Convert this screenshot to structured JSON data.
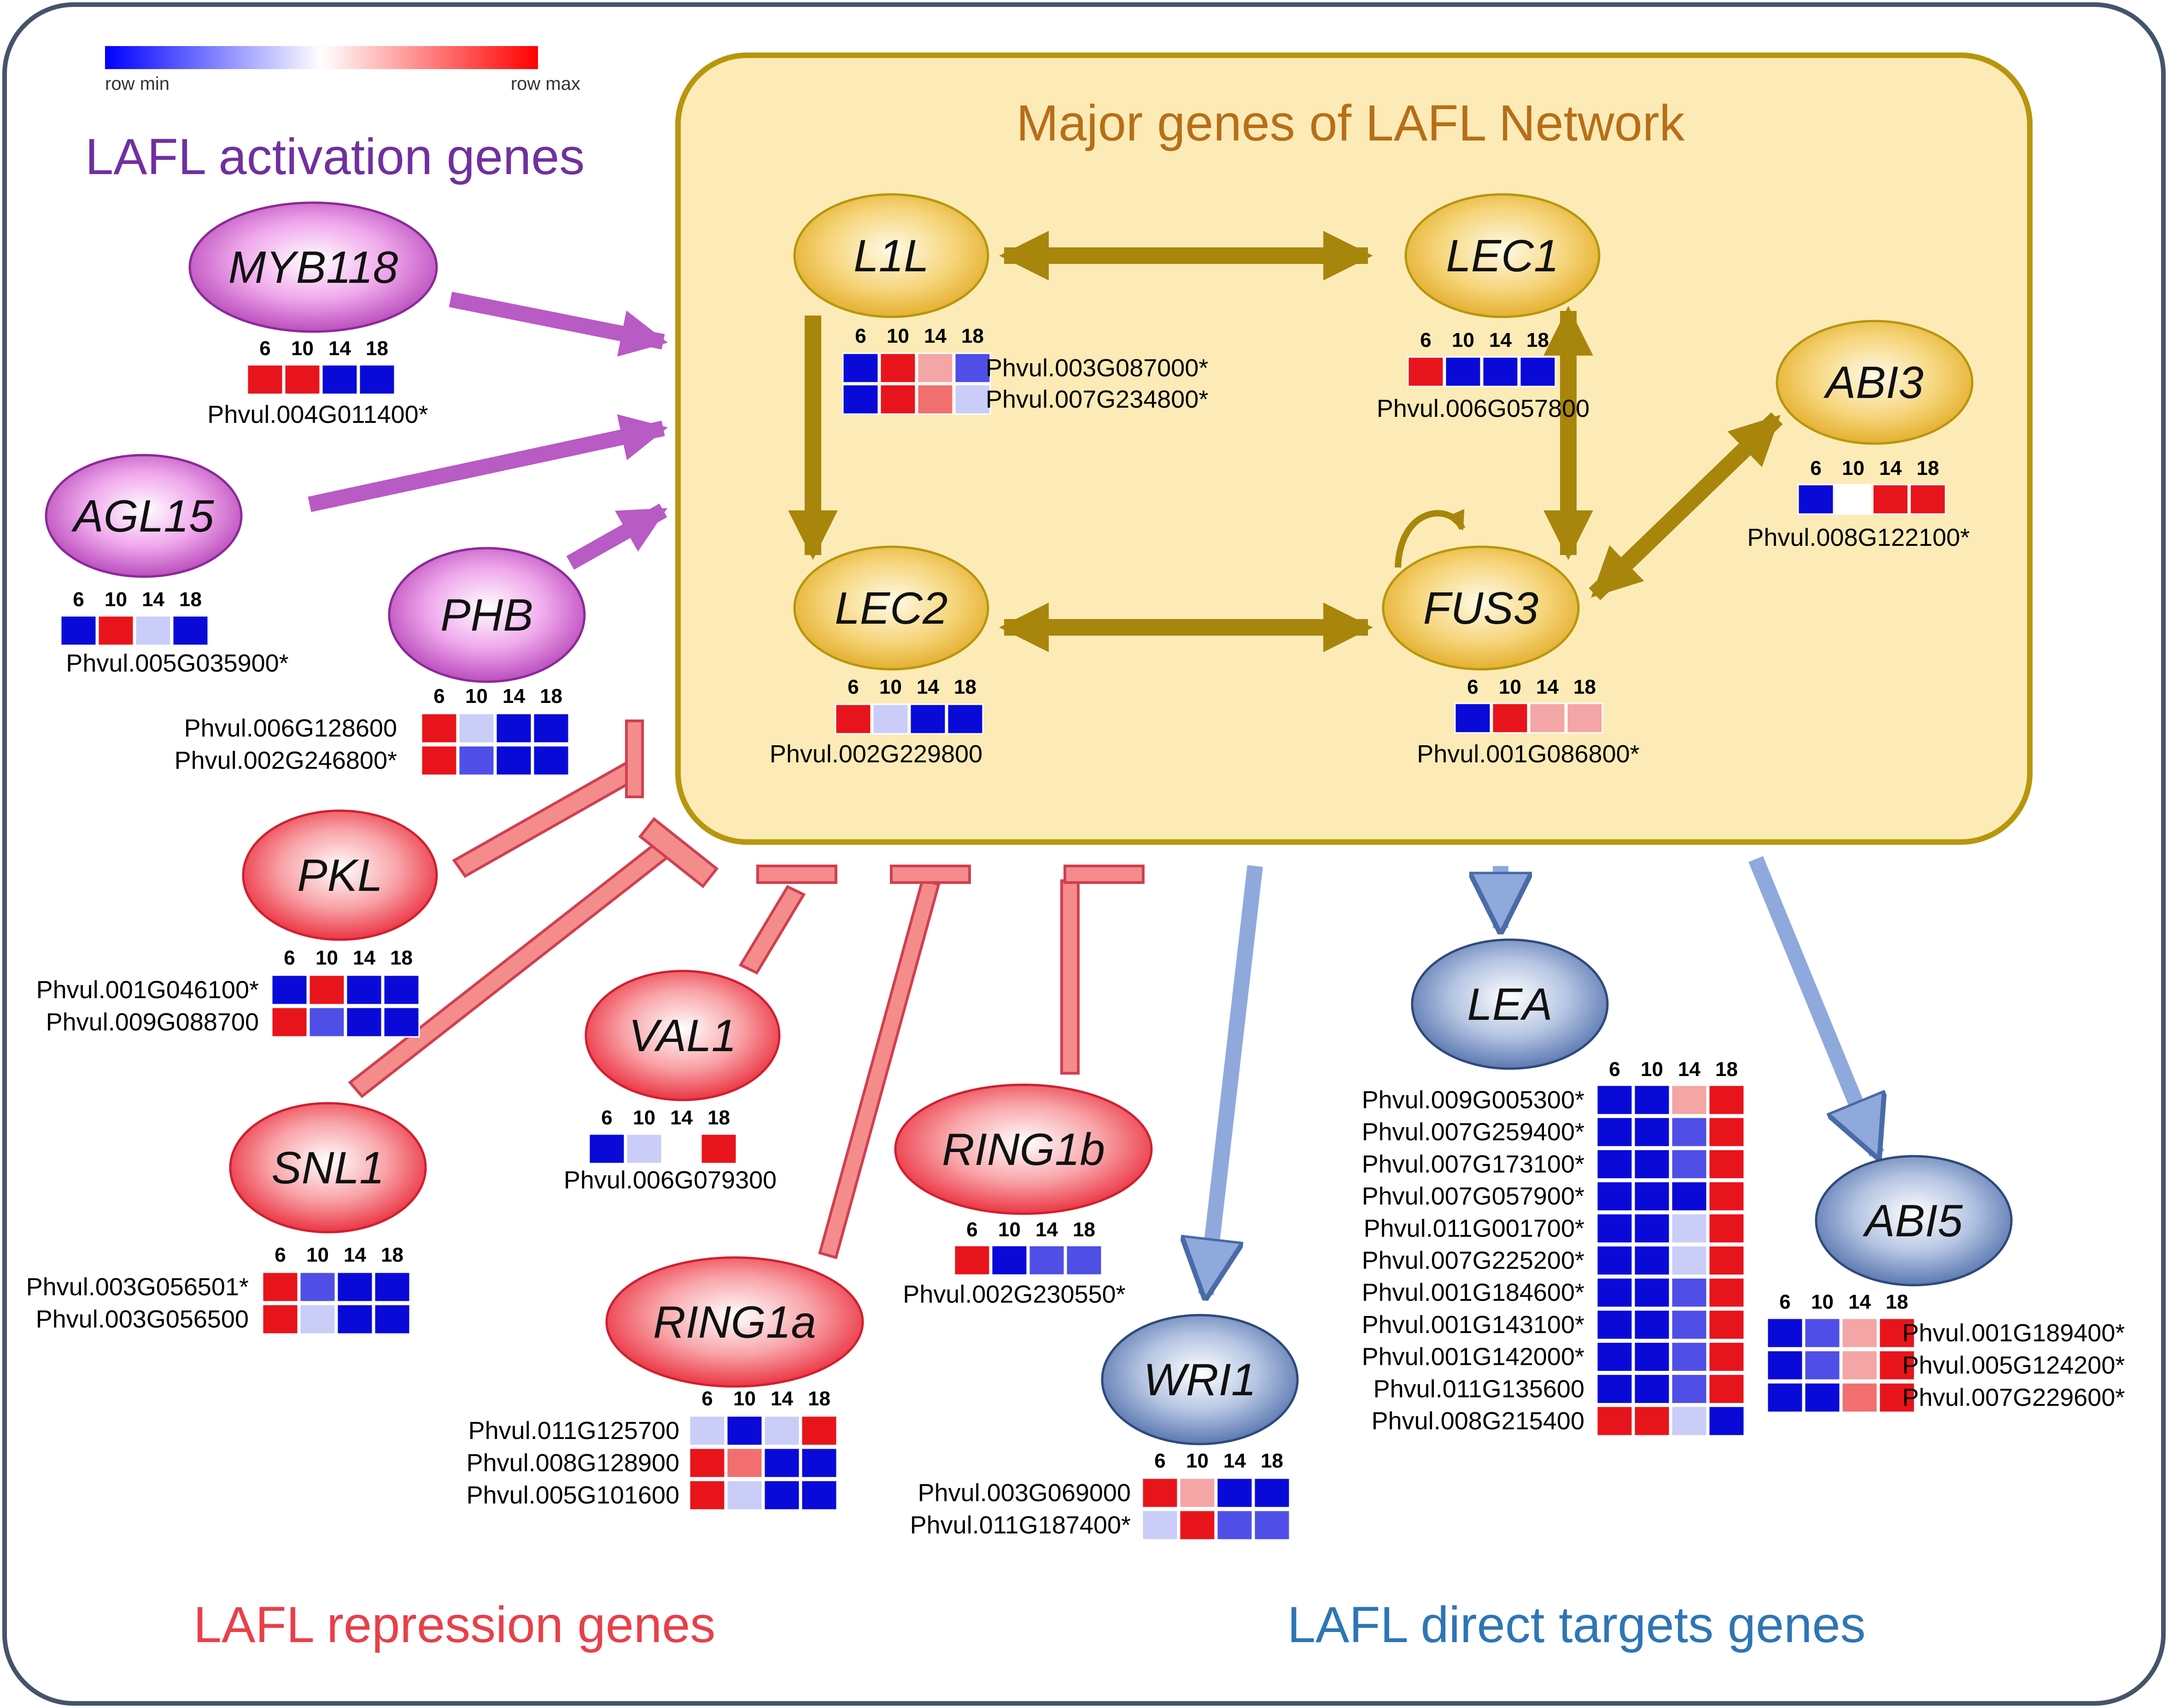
{
  "legend": {
    "min_label": "row min",
    "max_label": "row max",
    "min_color": "#0000ff",
    "mid_color": "#ffffff",
    "max_color": "#ff0000"
  },
  "titles": {
    "activation": "LAFL activation genes",
    "network": "Major genes of LAFL Network",
    "repression": "LAFL repression genes",
    "targets": "LAFL direct targets genes"
  },
  "colors": {
    "activation": "#7030a0",
    "network": "#b86e18",
    "repression": "#e8404a",
    "targets": "#2e75b6",
    "gold_arrow": "#a8860c",
    "pink_arrow": "#b85bc4",
    "red_bar": "#f08080",
    "blue_arrow": "#8fa9dc",
    "box_fill": "#fcebb6",
    "box_stroke": "#b8960c"
  },
  "heat_colors": {
    "B": "#0a0ad8",
    "b": "#4f4fe8",
    "l": "#c9cdf8",
    "W": "#ffffff",
    "p": "#f4a5a5",
    "m": "#f26f6f",
    "R": "#e8141c"
  },
  "time_points": [
    "6",
    "10",
    "14",
    "18"
  ],
  "nodes": [
    {
      "id": "myb118",
      "label": "MYB118",
      "group": "activation",
      "genes": [
        "Phvul.004G011400*"
      ],
      "rows": [
        "RRBB"
      ]
    },
    {
      "id": "agl15",
      "label": "AGL15",
      "group": "activation",
      "genes": [
        "Phvul.005G035900*"
      ],
      "rows": [
        "BRlB"
      ]
    },
    {
      "id": "phb",
      "label": "PHB",
      "group": "activation",
      "genes": [
        "Phvul.006G128600",
        "Phvul.002G246800*"
      ],
      "rows": [
        "RlBB",
        "RbBB"
      ]
    },
    {
      "id": "l1l",
      "label": "L1L",
      "group": "network",
      "genes": [
        "Phvul.003G087000*",
        "Phvul.007G234800*"
      ],
      "rows": [
        "BRpb",
        "BRml"
      ]
    },
    {
      "id": "lec1",
      "label": "LEC1",
      "group": "network",
      "genes": [
        "Phvul.006G057800"
      ],
      "rows": [
        "RBBB"
      ]
    },
    {
      "id": "abi3",
      "label": "ABI3",
      "group": "network",
      "genes": [
        "Phvul.008G122100*"
      ],
      "rows": [
        "BWRR"
      ]
    },
    {
      "id": "lec2",
      "label": "LEC2",
      "group": "network",
      "genes": [
        "Phvul.002G229800"
      ],
      "rows": [
        "RlBB"
      ]
    },
    {
      "id": "fus3",
      "label": "FUS3",
      "group": "network",
      "genes": [
        "Phvul.001G086800*"
      ],
      "rows": [
        "BRpp"
      ]
    },
    {
      "id": "pkl",
      "label": "PKL",
      "group": "repression",
      "genes": [
        "Phvul.001G046100*",
        "Phvul.009G088700"
      ],
      "rows": [
        "BRBB",
        "RbBB"
      ]
    },
    {
      "id": "val1",
      "label": "VAL1",
      "group": "repression",
      "genes": [
        "Phvul.006G079300"
      ],
      "rows": [
        "BlWR"
      ]
    },
    {
      "id": "snl1",
      "label": "SNL1",
      "group": "repression",
      "genes": [
        "Phvul.003G056501*",
        "Phvul.003G056500"
      ],
      "rows": [
        "RbBB",
        "RlBB"
      ]
    },
    {
      "id": "ring1b",
      "label": "RING1b",
      "group": "repression",
      "genes": [
        "Phvul.002G230550*"
      ],
      "rows": [
        "RBbb"
      ]
    },
    {
      "id": "ring1a",
      "label": "RING1a",
      "group": "repression",
      "genes": [
        "Phvul.011G125700",
        "Phvul.008G128900",
        "Phvul.005G101600"
      ],
      "rows": [
        "lBlR",
        "RmBB",
        "RlBB"
      ]
    },
    {
      "id": "wri1",
      "label": "WRI1",
      "group": "targets",
      "genes": [
        "Phvul.003G069000",
        "Phvul.011G187400*"
      ],
      "rows": [
        "RpBB",
        "lRbb"
      ]
    },
    {
      "id": "lea",
      "label": "LEA",
      "group": "targets",
      "genes": [
        "Phvul.009G005300*",
        "Phvul.007G259400*",
        "Phvul.007G173100*",
        "Phvul.007G057900*",
        "Phvul.011G001700*",
        "Phvul.007G225200*",
        "Phvul.001G184600*",
        "Phvul.001G143100*",
        "Phvul.001G142000*",
        "Phvul.011G135600",
        "Phvul.008G215400"
      ],
      "rows": [
        "BBpR",
        "BBbR",
        "BBbR",
        "BBBR",
        "BBlR",
        "BBlR",
        "BBbR",
        "BBbR",
        "BBbR",
        "BBbR",
        "RRlB"
      ]
    },
    {
      "id": "abi5",
      "label": "ABI5",
      "group": "targets",
      "genes": [
        "Phvul.001G189400*",
        "Phvul.005G124200*",
        "Phvul.007G229600*"
      ],
      "rows": [
        "BbpR",
        "BbpR",
        "BBmR"
      ]
    }
  ]
}
